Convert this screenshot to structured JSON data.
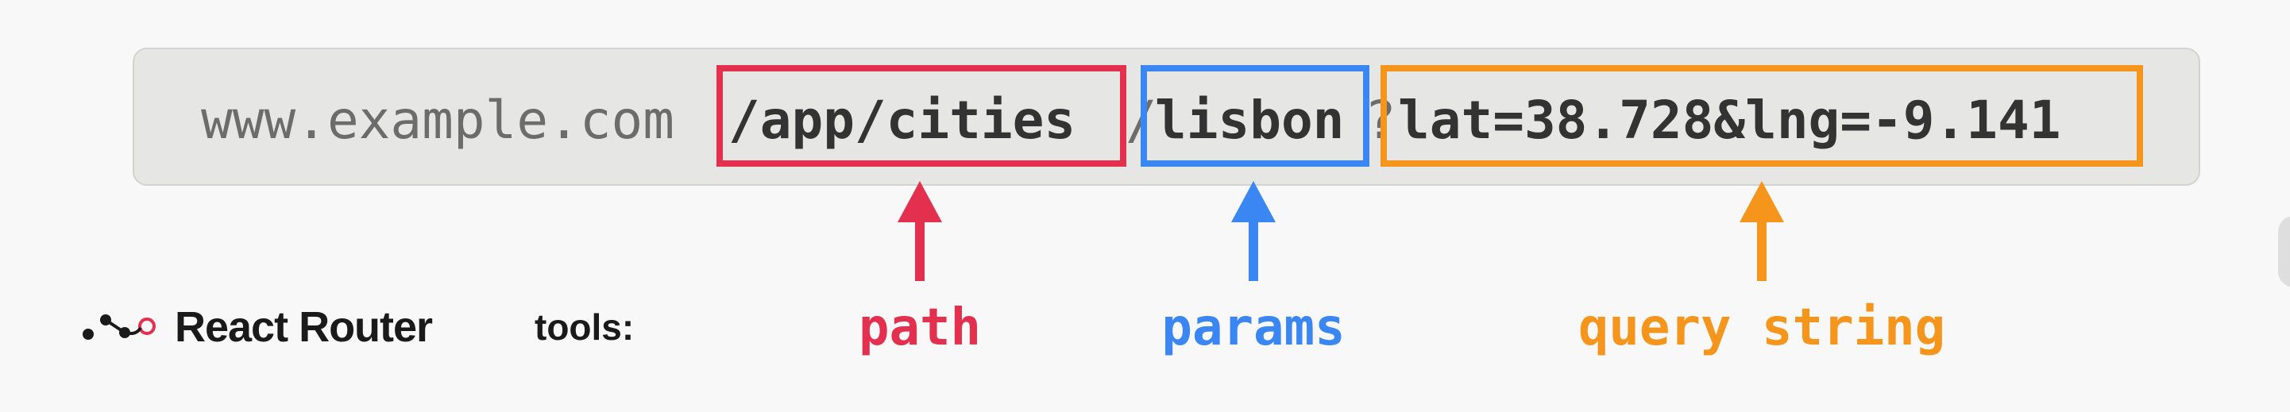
{
  "url": {
    "host": "www.example.com",
    "path": "/app/cities",
    "separator": "/",
    "params": "lisbon",
    "query_separator": "?",
    "query": "lat=38.728&lng=-9.141"
  },
  "labels": {
    "path": "path",
    "params": "params",
    "query": "query string"
  },
  "brand": {
    "name": "React Router",
    "tools": "tools:",
    "logo_icon": "react-router-logo-icon"
  },
  "colors": {
    "path": "#e3304f",
    "params": "#3a86f2",
    "query": "#f6951c",
    "url_bar": "#e6e6e4",
    "background": "#f8f8f8"
  }
}
